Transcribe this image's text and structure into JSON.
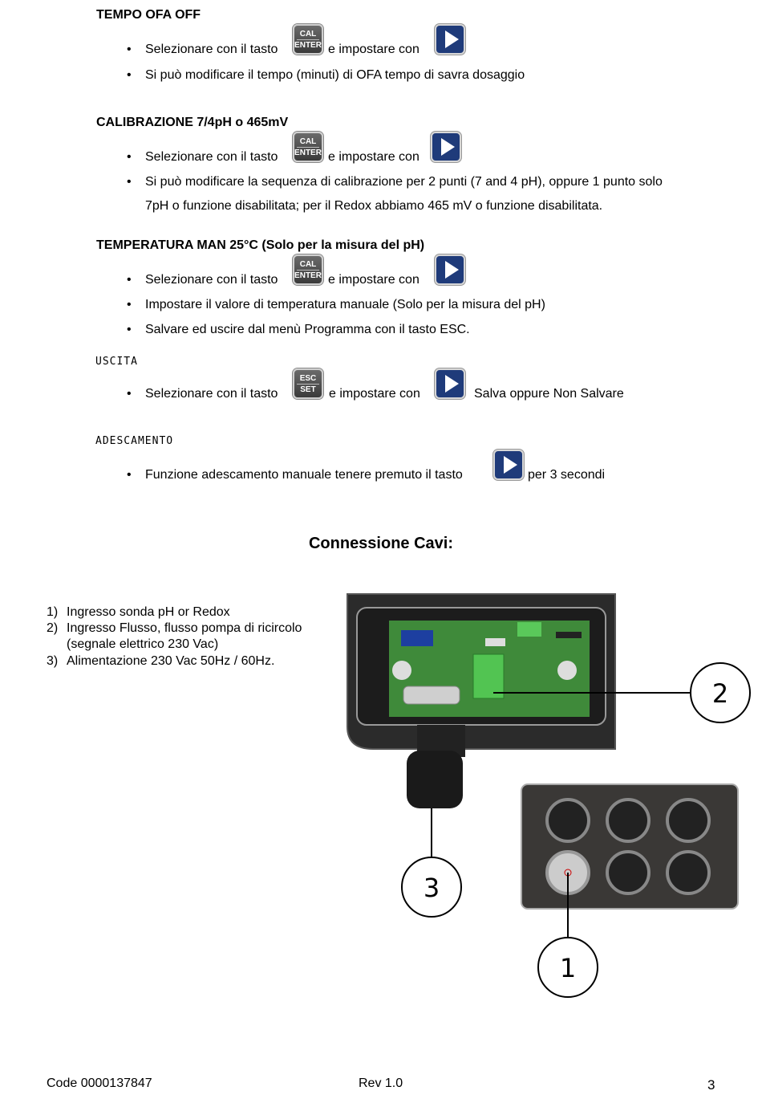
{
  "sections": {
    "ofa": {
      "heading": "TEMPO OFA OFF",
      "b1_pre": "Selezionare con il tasto",
      "b1_post": "e impostare con",
      "b2": "Si può modificare il tempo (minuti) di OFA tempo di savra dosaggio"
    },
    "cal": {
      "heading": "CALIBRAZIONE 7/4pH o 465mV",
      "b1_pre": "Selezionare con il tasto",
      "b1_post": "e impostare con",
      "b2_line1": "Si può modificare la sequenza di calibrazione per  2 punti (7 and 4 pH), oppure 1 punto solo",
      "b2_line2": "7pH o funzione disabilitata; per il Redox abbiamo 465 mV o funzione disabilitata."
    },
    "temp": {
      "heading": "TEMPERATURA MAN 25°C  (Solo per la misura del pH)",
      "b1_pre": "Selezionare con il tasto",
      "b1_post": "e impostare con",
      "b2": "Impostare il valore di temperatura manuale (Solo per la misura del pH)",
      "b3": "Salvare ed uscire dal menù Programma con il tasto ESC."
    },
    "uscita": {
      "heading": "USCITA",
      "b1_pre": "Selezionare con il tasto",
      "b1_mid": "e impostare con",
      "b1_post": "Salva oppure Non Salvare"
    },
    "adesc": {
      "heading": "ADESCAMENTO",
      "b1_pre": "Funzione adescamento manuale tenere premuto il tasto",
      "b1_post": "per 3 secondi"
    }
  },
  "keys": {
    "cal_top": "CAL",
    "cal_bottom": "ENTER",
    "esc_top": "ESC",
    "esc_bottom": "SET"
  },
  "connection": {
    "title": "Connessione Cavi:",
    "items": [
      {
        "num": "1)",
        "text": "Ingresso sonda pH or Redox"
      },
      {
        "num": "2)",
        "text": "Ingresso Flusso, flusso pompa di ricircolo"
      },
      {
        "num": "",
        "text": "(segnale elettrico 230 Vac)"
      },
      {
        "num": "3)",
        "text": "Alimentazione 230 Vac 50Hz / 60Hz."
      }
    ],
    "callouts": [
      "2",
      "3",
      "1"
    ]
  },
  "footer": {
    "code": "Code 0000137847",
    "rev": "Rev 1.0",
    "page": "3"
  }
}
